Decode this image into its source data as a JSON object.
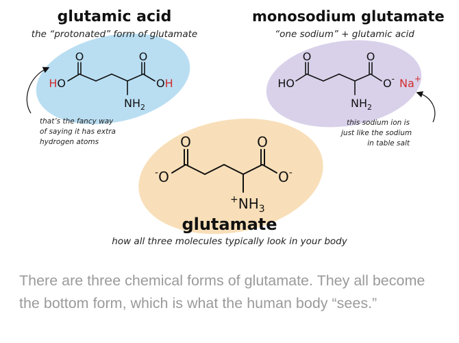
{
  "colors": {
    "blue_ellipse": "#b9def2",
    "purple_ellipse": "#d9d1ea",
    "orange_ellipse": "#f8dfb9",
    "bond": "#111111",
    "red_atom": "#d12b2b",
    "caption_text": "#9a9a9a"
  },
  "molecules": {
    "glutamic_acid": {
      "title": "glutamic acid",
      "subtitle": "the “protonated” form of glutamate",
      "atoms": {
        "o_left": "O",
        "o_right": "O",
        "ho_h": "H",
        "ho_o": "O",
        "oh_o": "O",
        "oh_h": "H",
        "nh2": "NH",
        "nh2_sub": "2"
      },
      "note_lines": [
        "that’s the fancy way",
        "of saying it has extra",
        "hydrogen atoms"
      ]
    },
    "monosodium_glutamate": {
      "title": "monosodium glutamate",
      "subtitle": "“one sodium” + glutamic acid",
      "atoms": {
        "o_left": "O",
        "o_right": "O",
        "ho": "HO",
        "o_minus": "O",
        "minus": "-",
        "na": "Na",
        "plus": "+",
        "nh2": "NH",
        "nh2_sub": "2"
      },
      "note_lines": [
        "this sodium ion is",
        "just like the sodium",
        "in table salt"
      ]
    },
    "glutamate": {
      "title": "glutamate",
      "subtitle": "how all three molecules typically look in your body",
      "atoms": {
        "o_left": "O",
        "o_right": "O",
        "left_minus": "-",
        "left_o": "O",
        "right_o": "O",
        "right_minus": "-",
        "plus": "+",
        "nh3": "NH",
        "nh3_sub": "3"
      }
    }
  },
  "caption": "There are three chemical forms of glutamate. They all become the bottom form, which is what the human body “sees.”"
}
